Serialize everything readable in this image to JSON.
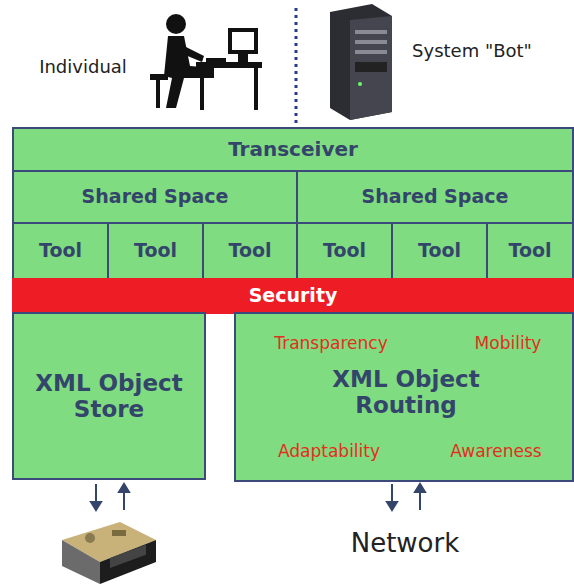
{
  "diagram": {
    "nodes": [
      {
        "text": [
          "Transceiver"
        ]
      },
      {
        "text": [
          "Shared Space"
        ]
      },
      {
        "text": [
          "Shared Space"
        ]
      },
      {
        "text": [
          "Tool"
        ]
      },
      {
        "text": [
          "Tool"
        ]
      },
      {
        "text": [
          "Tool"
        ]
      },
      {
        "text": [
          "Tool"
        ]
      },
      {
        "text": [
          "Tool"
        ]
      },
      {
        "text": [
          "Tool"
        ]
      },
      {
        "text": [
          "Security"
        ]
      },
      {
        "text": [
          "XML Object Store"
        ]
      },
      {
        "text": [
          "Transparency",
          "Mobility",
          "XML Object Routing",
          "Adaptability",
          "Awareness"
        ]
      }
    ],
    "labels": [
      "Individual",
      "System \"Bot\"",
      "Network"
    ]
  }
}
